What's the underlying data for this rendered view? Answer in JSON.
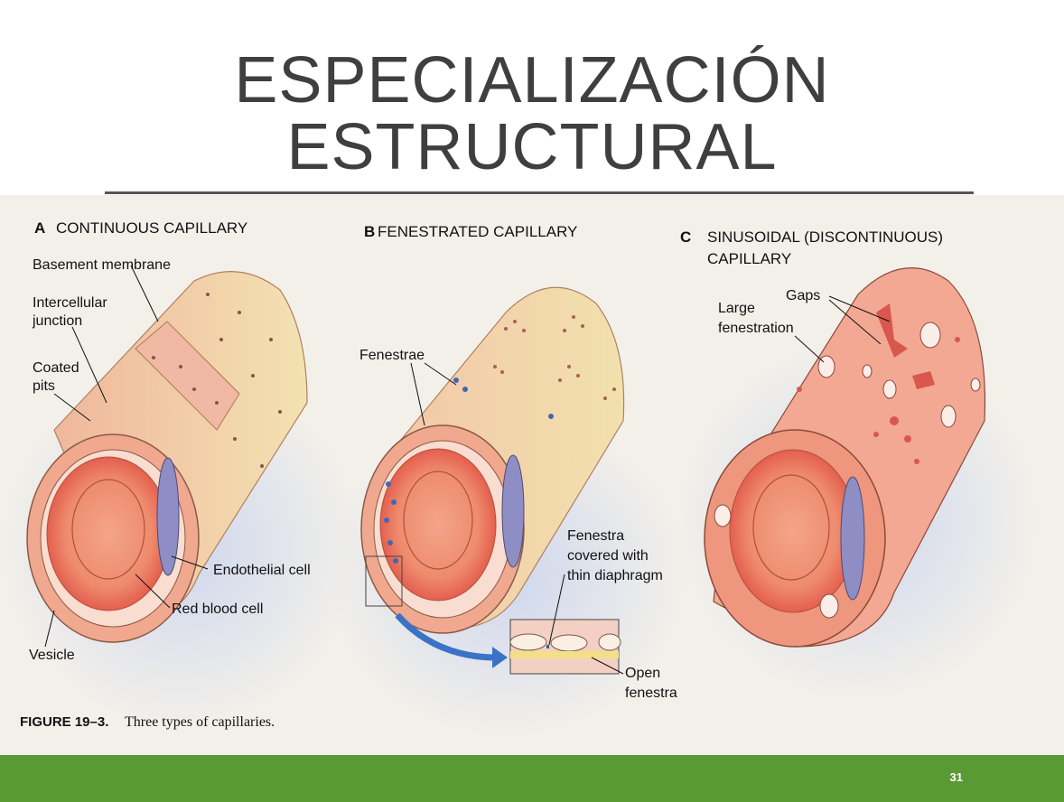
{
  "slide": {
    "title_line1": "ESPECIALIZACIÓN",
    "title_line2": "ESTRUCTURAL",
    "page_number": "31"
  },
  "figure": {
    "panel_a": {
      "letter": "A",
      "title": "CONTINUOUS CAPILLARY",
      "labels": {
        "basement": "Basement membrane",
        "intercellular1": "Intercellular",
        "intercellular2": "junction",
        "coated1": "Coated",
        "coated2": "pits",
        "endothelial": "Endothelial cell",
        "rbc": "Red blood cell",
        "vesicle": "Vesicle"
      }
    },
    "panel_b": {
      "letter": "B",
      "title": "FENESTRATED CAPILLARY",
      "labels": {
        "fenestrae": "Fenestrae",
        "fenestra1": "Fenestra",
        "fenestra2": "covered with",
        "fenestra3": "thin diaphragm",
        "open1": "Open",
        "open2": "fenestra"
      }
    },
    "panel_c": {
      "letter": "C",
      "title1": "SINUSOIDAL (DISCONTINUOUS)",
      "title2": "CAPILLARY",
      "labels": {
        "gaps": "Gaps",
        "large1": "Large",
        "large2": "fenestration"
      }
    },
    "caption": {
      "number": "FIGURE 19–3.",
      "text": "Three types of capillaries."
    }
  },
  "colors": {
    "footer_green": "#5a9a35",
    "title_gray": "#3f3f3f"
  }
}
